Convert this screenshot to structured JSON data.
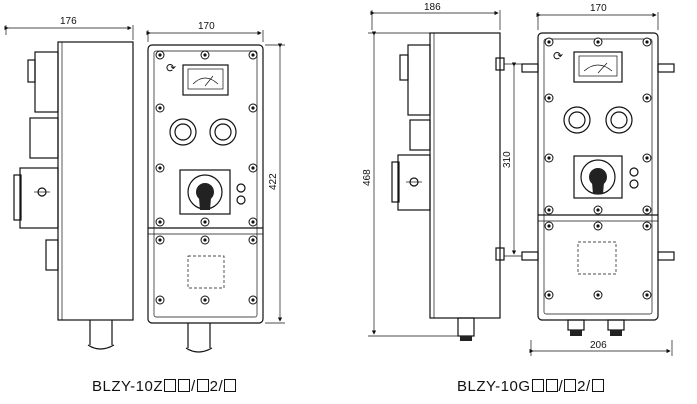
{
  "dimensions": {
    "left_side_width": "176",
    "left_front_width": "170",
    "left_height": "422",
    "right_side_width": "186",
    "right_front_width": "170",
    "right_overall_height": "468",
    "right_mount_spacing": "310",
    "right_overall_width": "206"
  },
  "captions": {
    "left_prefix": "BLZY-10Z",
    "right_prefix": "BLZY-10G",
    "sep1": "/",
    "mid": "2/"
  },
  "icons": [
    "bolt-icon",
    "ammeter-icon",
    "rotary-switch-icon",
    "indicator-lamp-icon",
    "cable-gland-icon"
  ]
}
